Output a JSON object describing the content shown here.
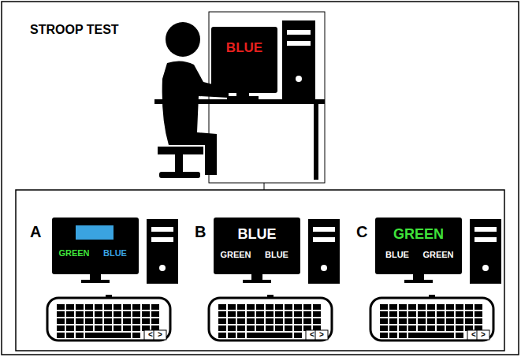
{
  "diagram": {
    "title": "STROOP TEST",
    "nodes": [
      {
        "text": [
          "BLUE"
        ]
      },
      {
        "text": [
          "GREEN",
          "BLUE"
        ]
      },
      {
        "text": [
          "BLUE",
          "GREEN",
          "BLUE"
        ]
      },
      {
        "text": [
          "GREEN",
          "BLUE",
          "GREEN"
        ]
      }
    ],
    "labels": [
      "A",
      "B",
      "C",
      "<",
      ">",
      "<",
      ">",
      "<",
      ">"
    ]
  }
}
